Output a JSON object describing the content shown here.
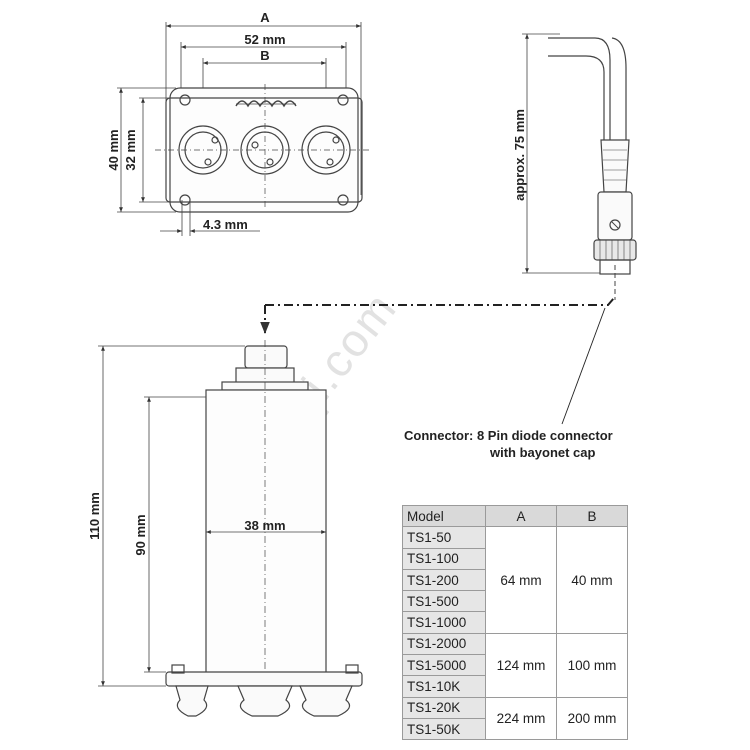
{
  "diagram": {
    "dim_A": "A",
    "dim_B": "B",
    "dim_52mm": "52 mm",
    "dim_40mm": "40 mm",
    "dim_32mm": "32 mm",
    "dim_4_3mm": "4.3 mm",
    "dim_approx_75mm": "approx. 75 mm",
    "dim_110mm": "110 mm",
    "dim_90mm": "90 mm",
    "dim_38mm": "38 mm",
    "connector_line1": "Connector: 8 Pin diode connector",
    "connector_line2": "with bayonet cap",
    "watermark": "uyiqi.com"
  },
  "table": {
    "headers": [
      "Model",
      "A",
      "B"
    ],
    "groups": [
      {
        "models": [
          "TS1-50",
          "TS1-100",
          "TS1-200",
          "TS1-500",
          "TS1-1000"
        ],
        "a": "64 mm",
        "b": "40 mm"
      },
      {
        "models": [
          "TS1-2000",
          "TS1-5000",
          "TS1-10K"
        ],
        "a": "124 mm",
        "b": "100 mm"
      },
      {
        "models": [
          "TS1-20K",
          "TS1-50K"
        ],
        "a": "224 mm",
        "b": "200 mm"
      }
    ]
  }
}
